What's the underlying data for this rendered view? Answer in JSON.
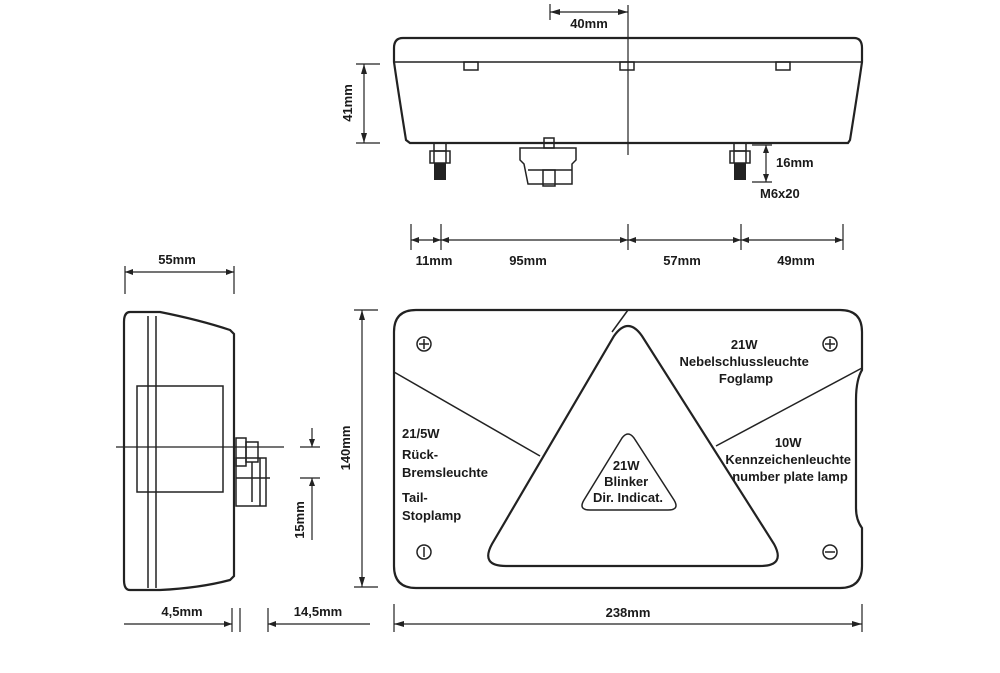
{
  "top_view": {
    "dim_width": "40mm",
    "dim_height": "41mm",
    "dim_stud": "16mm",
    "stud_label": "M6x20"
  },
  "bottom_dims": {
    "d1": "11mm",
    "d2": "95mm",
    "d3": "57mm",
    "d4": "49mm"
  },
  "side_view": {
    "dim_depth": "55mm",
    "dim_15": "15mm",
    "dim_45": "4,5mm",
    "dim_145": "14,5mm"
  },
  "front_view": {
    "dim_height": "140mm",
    "dim_width": "238mm",
    "fog": [
      "21W",
      "Nebelschlussleuchte",
      "Foglamp"
    ],
    "plate": [
      "10W",
      "Kennzeichenleuchte",
      "number plate lamp"
    ],
    "tail": [
      "21/5W",
      "Rück-",
      "Bremsleuchte",
      "Tail-",
      "Stoplamp"
    ],
    "indicator": [
      "21W",
      "Blinker",
      "Dir. Indicat."
    ]
  }
}
